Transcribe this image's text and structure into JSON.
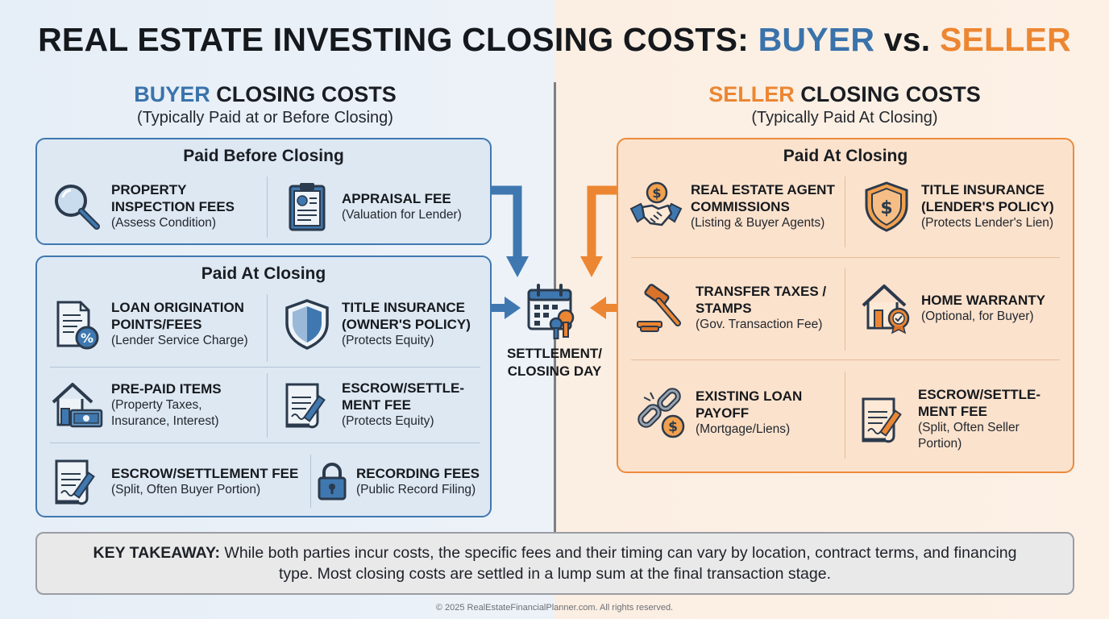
{
  "title": {
    "part1": "REAL ESTATE INVESTING CLOSING COSTS: ",
    "buyer": "BUYER",
    "vs": " vs. ",
    "seller": "SELLER"
  },
  "buyer": {
    "heading_accent": "BUYER",
    "heading_rest": " CLOSING COSTS",
    "subheading": "(Typically Paid at or Before Closing)",
    "before_closing": {
      "title": "Paid Before Closing",
      "items": [
        {
          "title": "PROPERTY\nINSPECTION FEES",
          "desc": "(Assess Condition)",
          "icon": "magnifier-icon"
        },
        {
          "title": "APPRAISAL FEE",
          "desc": "(Valuation for Lender)",
          "icon": "clipboard-icon"
        }
      ]
    },
    "at_closing": {
      "title": "Paid At Closing",
      "items": [
        {
          "title": "LOAN ORIGINATION\nPOINTS/FEES",
          "desc": "(Lender Service Charge)",
          "icon": "percent-document-icon"
        },
        {
          "title": "TITLE INSURANCE\n(OWNER'S POLICY)",
          "desc": "(Protects Equity)",
          "icon": "shield-icon"
        },
        {
          "title": "PRE-PAID ITEMS",
          "desc": "(Property Taxes,\nInsurance, Interest)",
          "icon": "house-money-icon"
        },
        {
          "title": "ESCROW/SETTLE-\nMENT FEE",
          "desc": "(Protects Equity)",
          "icon": "contract-icon"
        },
        {
          "title": "ESCROW/SETTLEMENT FEE",
          "desc": "(Split, Often Buyer Portion)",
          "icon": "contract-icon"
        },
        {
          "title": "RECORDING FEES",
          "desc": "(Public Record Filing)",
          "icon": "lock-icon"
        }
      ]
    }
  },
  "seller": {
    "heading_accent": "SELLER",
    "heading_rest": " CLOSING COSTS",
    "subheading": "(Typically Paid At Closing)",
    "at_closing": {
      "title": "Paid At Closing",
      "items": [
        {
          "title": "REAL ESTATE AGENT\nCOMMISSIONS",
          "desc": "(Listing & Buyer Agents)",
          "icon": "handshake-icon"
        },
        {
          "title": "TITLE INSURANCE\n(LENDER'S POLICY)",
          "desc": "(Protects Lender's Lien)",
          "icon": "dollar-shield-icon"
        },
        {
          "title": "TRANSFER TAXES /\nSTAMPS",
          "desc": "(Gov. Transaction Fee)",
          "icon": "gavel-icon"
        },
        {
          "title": "HOME WARRANTY",
          "desc": "(Optional, for Buyer)",
          "icon": "house-badge-icon"
        },
        {
          "title": "EXISTING LOAN\nPAYOFF",
          "desc": "(Mortgage/Liens)",
          "icon": "broken-chain-icon"
        },
        {
          "title": "ESCROW/SETTLE-\nMENT FEE",
          "desc": "(Split, Often Seller\nPortion)",
          "icon": "contract-icon"
        }
      ]
    }
  },
  "settlement": {
    "label": "SETTLEMENT/\nCLOSING DAY",
    "icon": "calendar-keys-icon"
  },
  "takeaway": {
    "label": "KEY TAKEAWAY:",
    "text": " While both parties incur costs, the specific fees and their timing can vary by location, contract terms, and financing type. Most closing costs are settled in a lump sum at the final transaction stage."
  },
  "copyright": "© 2025 RealEstateFinancialPlanner.com. All rights reserved.",
  "colors": {
    "buyer_accent": "#3a73ab",
    "seller_accent": "#ec8632",
    "buyer_panel": "#dde8f3",
    "seller_panel": "#fbe2cd"
  }
}
